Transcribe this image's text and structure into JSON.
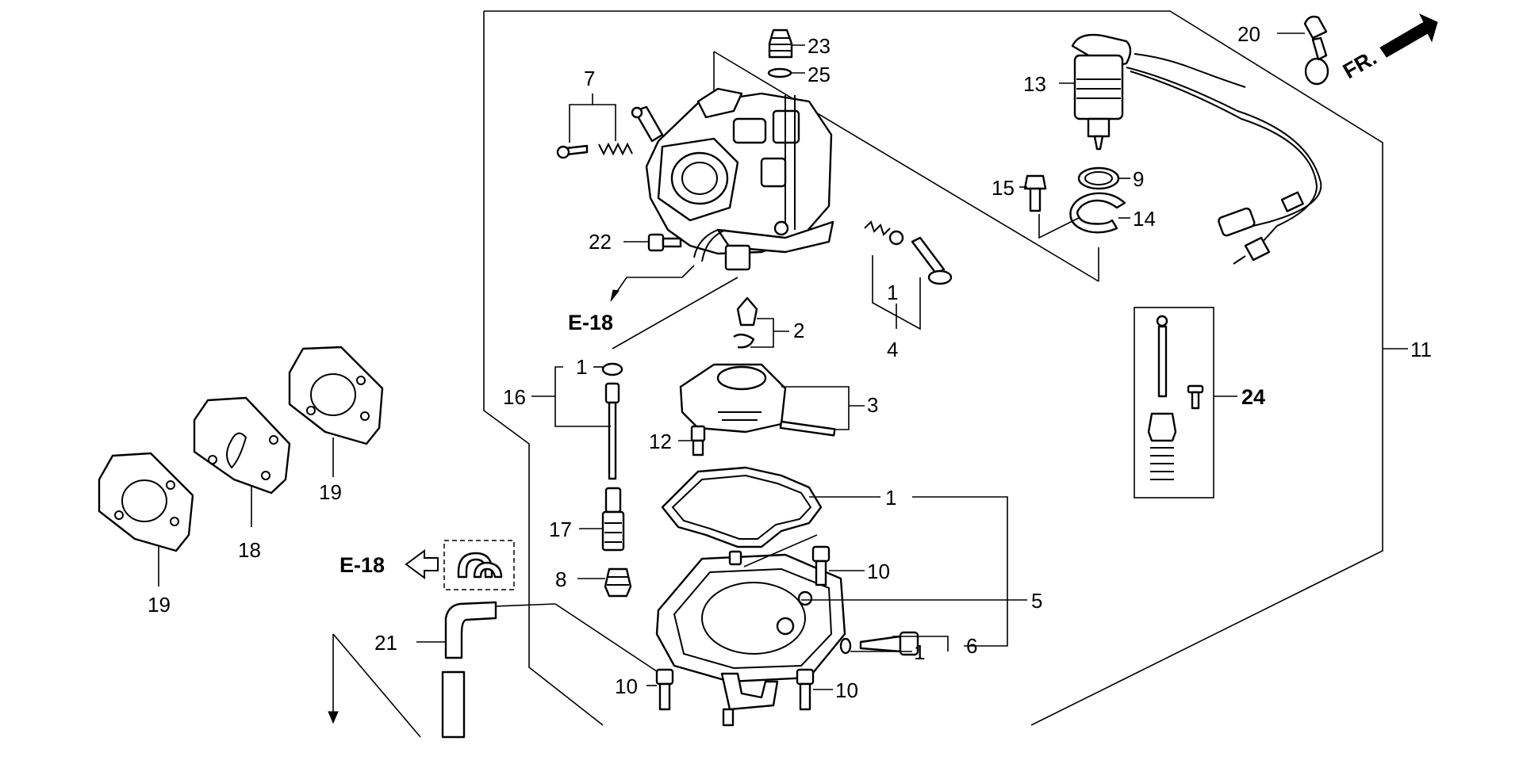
{
  "diagram": {
    "callouts": [
      {
        "id": "c23",
        "text": "23"
      },
      {
        "id": "c25",
        "text": "25"
      },
      {
        "id": "c7",
        "text": "7"
      },
      {
        "id": "c22",
        "text": "22"
      },
      {
        "id": "c1a",
        "text": "1"
      },
      {
        "id": "c4",
        "text": "4"
      },
      {
        "id": "c2",
        "text": "2"
      },
      {
        "id": "c3",
        "text": "3"
      },
      {
        "id": "c1b",
        "text": "1"
      },
      {
        "id": "c16",
        "text": "16"
      },
      {
        "id": "c12",
        "text": "12"
      },
      {
        "id": "c1c",
        "text": "1"
      },
      {
        "id": "c17",
        "text": "17"
      },
      {
        "id": "c10a",
        "text": "10"
      },
      {
        "id": "c8",
        "text": "8"
      },
      {
        "id": "c5",
        "text": "5"
      },
      {
        "id": "c6",
        "text": "6"
      },
      {
        "id": "c1d",
        "text": "1"
      },
      {
        "id": "c10b",
        "text": "10"
      },
      {
        "id": "c10c",
        "text": "10"
      },
      {
        "id": "c21",
        "text": "21"
      },
      {
        "id": "c19a",
        "text": "19"
      },
      {
        "id": "c18",
        "text": "18"
      },
      {
        "id": "c19b",
        "text": "19"
      },
      {
        "id": "c20",
        "text": "20"
      },
      {
        "id": "c13",
        "text": "13"
      },
      {
        "id": "c9",
        "text": "9"
      },
      {
        "id": "c15",
        "text": "15"
      },
      {
        "id": "c14",
        "text": "14"
      },
      {
        "id": "c11",
        "text": "11"
      },
      {
        "id": "c24",
        "text": "24"
      }
    ],
    "refs": {
      "e18_top": "E-18",
      "e18_left": "E-18",
      "front": "FR."
    }
  }
}
